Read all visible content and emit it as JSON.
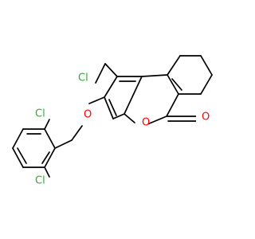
{
  "colors": {
    "bond": "#000000",
    "carbon": "#000000",
    "chlorine": "#33aa33",
    "oxygen": "#ff0000",
    "background": "#ffffff"
  },
  "labels": {
    "cl_1": "Cl",
    "cl_2": "Cl",
    "cl_3": "Cl",
    "o_ether": "O",
    "o_ring": "O",
    "o_carbonyl": "O"
  }
}
